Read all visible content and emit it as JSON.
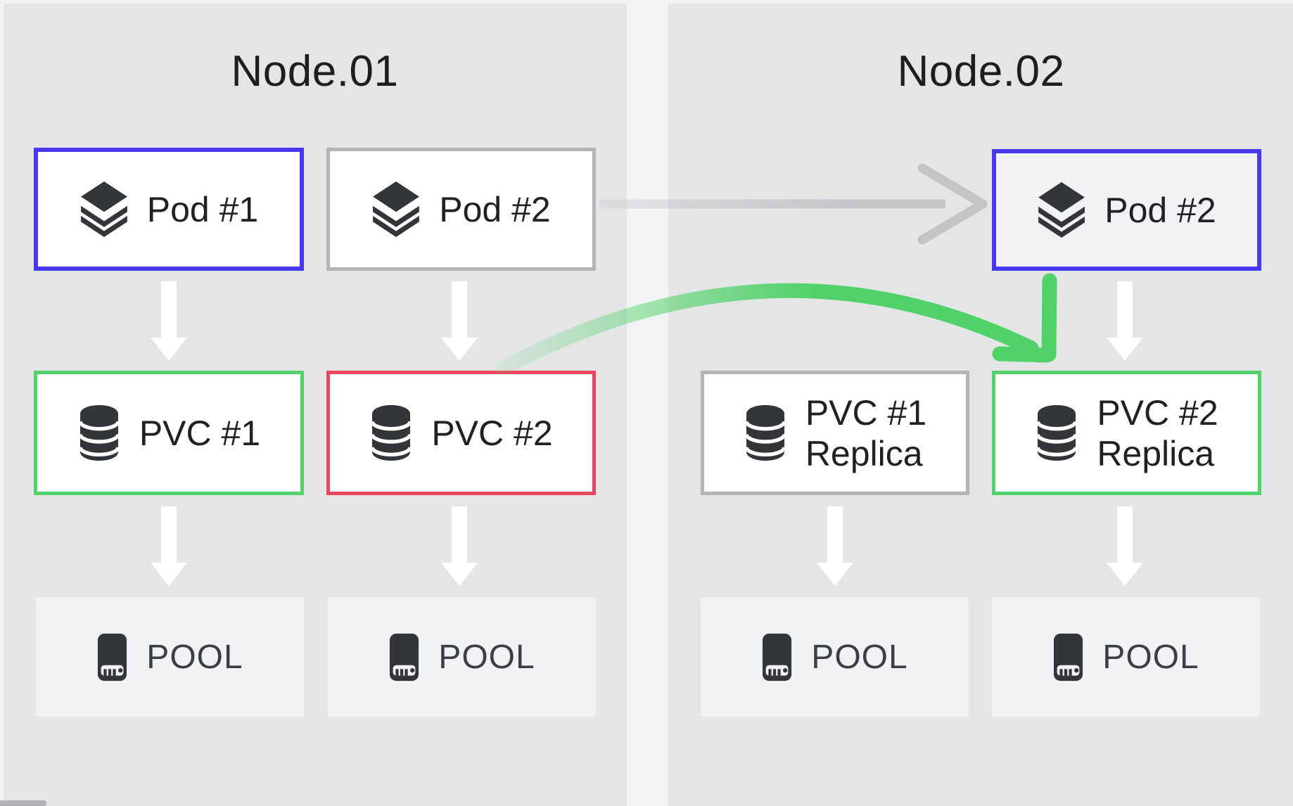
{
  "diagram": {
    "type": "kubernetes-storage-replication",
    "nodes": [
      {
        "title": "Node.01",
        "pods": [
          {
            "label": "Pod #1",
            "border": "blue"
          },
          {
            "label": "Pod #2",
            "border": "gray"
          }
        ],
        "pvcs": [
          {
            "label": "PVC #1",
            "border": "green"
          },
          {
            "label": "PVC #2",
            "border": "red"
          }
        ],
        "pools": [
          {
            "label": "POOL"
          },
          {
            "label": "POOL"
          }
        ]
      },
      {
        "title": "Node.02",
        "pods": [
          {
            "label": "Pod #2",
            "border": "blue"
          }
        ],
        "pvcs": [
          {
            "label": "PVC #1 Replica",
            "lines": [
              "PVC #1",
              "Replica"
            ],
            "border": "gray"
          },
          {
            "label": "PVC #2 Replica",
            "lines": [
              "PVC #2",
              "Replica"
            ],
            "border": "green"
          }
        ],
        "pools": [
          {
            "label": "POOL"
          },
          {
            "label": "POOL"
          }
        ]
      }
    ],
    "arrows": {
      "pod_migration": {
        "from": "Node.01 Pod #2",
        "to": "Node.02 Pod #2",
        "color": "#c6c6c9",
        "style": "straight"
      },
      "pvc_replication": {
        "from": "Node.01 PVC #2",
        "to": "Node.02 PVC #2 Replica",
        "color": "#50d268",
        "style": "curved"
      },
      "mount_flow_color": "#ffffff"
    },
    "icons": {
      "pod": "layers-icon",
      "pvc": "database-icon",
      "pool": "ssd-icon"
    },
    "colors": {
      "page_bg": "#f2f3f5",
      "panel_bg": "#e4e5e7",
      "box_bg": "#ffffff",
      "tint_bg": "#f1f2f4",
      "accent_blue": "#4638f0",
      "accent_gray": "#b3b4b6",
      "accent_green": "#53d16c",
      "accent_red": "#e9475e",
      "icon_color": "#333639",
      "text_color": "#202124"
    }
  }
}
